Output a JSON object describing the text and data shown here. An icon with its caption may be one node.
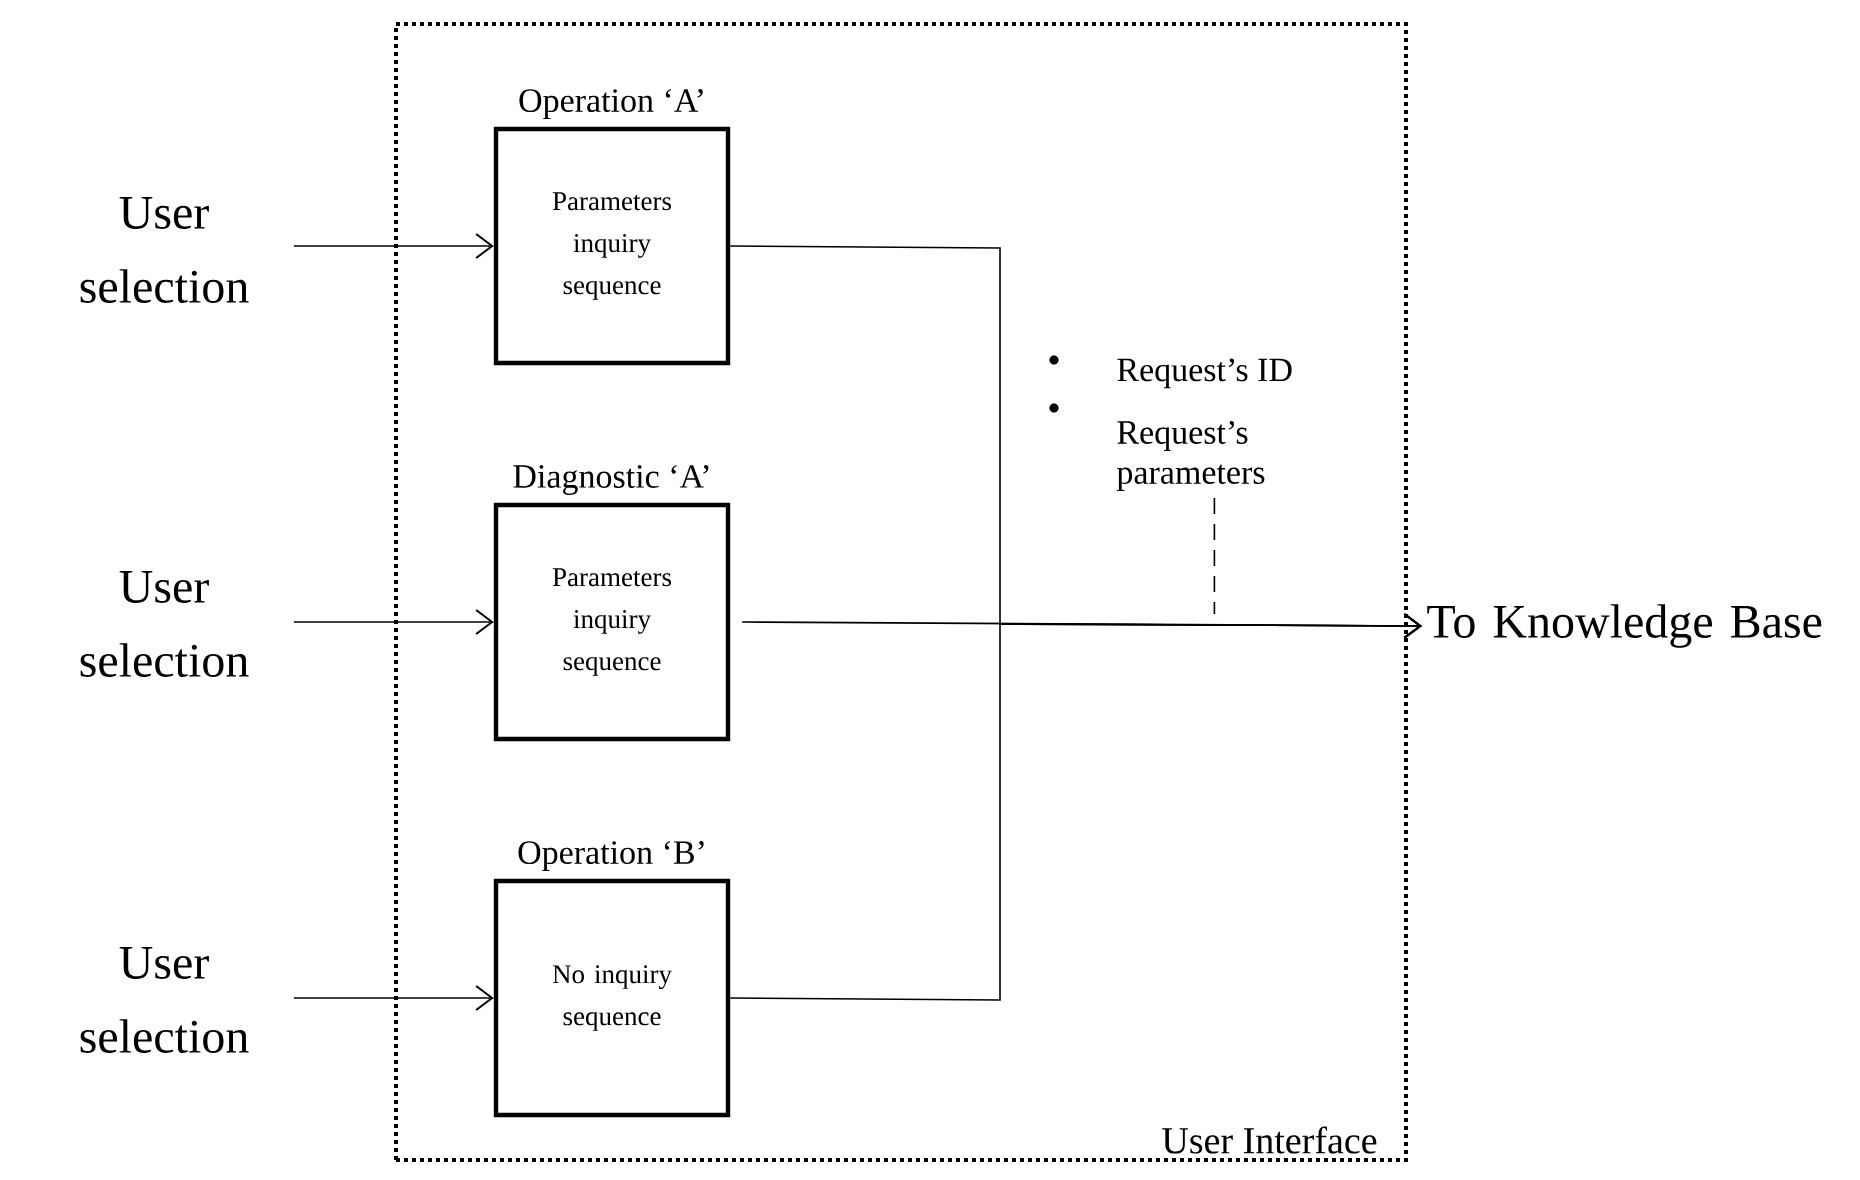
{
  "diagram": {
    "nodes": [
      {
        "text": [
          "User Interface"
        ]
      },
      {
        "text": [
          "Operation ‘A’",
          "Parameters inquiry sequence"
        ],
        "in": 0
      },
      {
        "text": [
          "Diagnostic ‘A’",
          "Parameters inquiry sequence"
        ],
        "in": 0
      },
      {
        "text": [
          "Operation ‘B’",
          "No inquiry sequence"
        ],
        "in": 0
      },
      {
        "text": [
          "User selection"
        ]
      },
      {
        "text": [
          "User selection"
        ]
      },
      {
        "text": [
          "User selection"
        ]
      },
      {
        "text": [
          "To Knowledge Base"
        ]
      },
      {
        "text": [
          "Request’s ID",
          "Request’s parameters"
        ],
        "in": 0
      }
    ],
    "edges": [
      {
        "from": 4,
        "to": 1,
        "arrow": "to"
      },
      {
        "from": 5,
        "to": 2,
        "arrow": "to"
      },
      {
        "from": 6,
        "to": 3,
        "arrow": "to"
      },
      {
        "from": 1,
        "to": 7,
        "arrow": "to"
      },
      {
        "from": 2,
        "to": 7,
        "arrow": "to"
      },
      {
        "from": 3,
        "to": 7,
        "arrow": "to"
      },
      {
        "from": 8,
        "to": null,
        "arrow": "none",
        "style": "dashed"
      }
    ]
  }
}
